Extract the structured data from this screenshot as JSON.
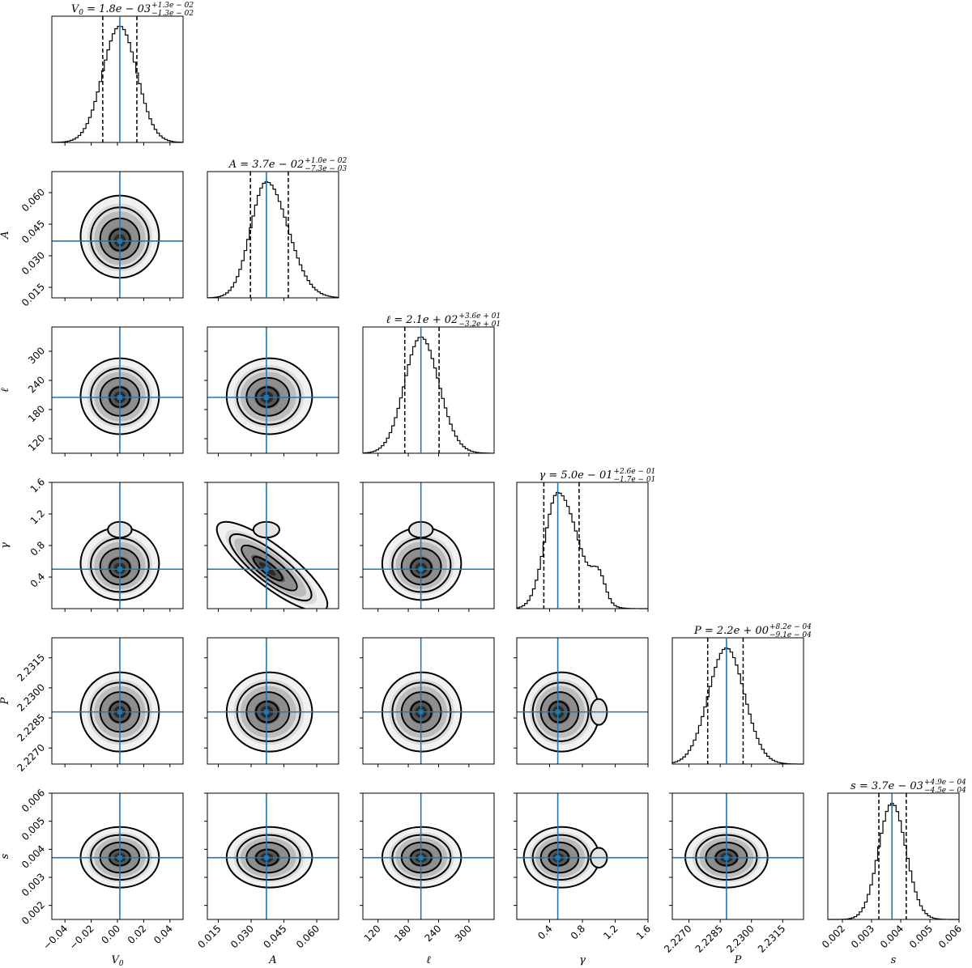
{
  "chart_data": {
    "type": "corner",
    "params": [
      {
        "key": "V0",
        "label": "V",
        "label_sub": "0",
        "title_main": "V",
        "title_sub": "0",
        "title_eq": " = 1.8e − 03",
        "err_plus": "+1.3e − 02",
        "err_minus": "−1.3e − 02",
        "range": [
          -0.05,
          0.05
        ],
        "ticks": [
          -0.04,
          -0.02,
          0.0,
          0.02,
          0.04
        ],
        "tick_labels": [
          "−0.04",
          "−0.02",
          "0.00",
          "0.02",
          "0.04"
        ],
        "truth": 0.0018,
        "q_low": -0.0112,
        "q_high": 0.0148,
        "sigma": 0.013,
        "skew": 0.0,
        "bump": null
      },
      {
        "key": "A",
        "label": "A",
        "label_sub": "",
        "title_main": "A",
        "title_sub": "",
        "title_eq": " = 3.7e − 02",
        "err_plus": "+1.0e − 02",
        "err_minus": "−7.3e − 03",
        "range": [
          0.01,
          0.07
        ],
        "ticks": [
          0.015,
          0.03,
          0.045,
          0.06
        ],
        "tick_labels": [
          "0.015",
          "0.030",
          "0.045",
          "0.060"
        ],
        "truth": 0.037,
        "q_low": 0.0297,
        "q_high": 0.047,
        "sigma": 0.0085,
        "skew": 0.35,
        "bump": null
      },
      {
        "key": "ell",
        "label": "ℓ",
        "label_sub": "",
        "title_main": "ℓ",
        "title_sub": "",
        "title_eq": " = 2.1e + 02",
        "err_plus": "+3.6e + 01",
        "err_minus": "−3.2e + 01",
        "range": [
          90,
          350
        ],
        "ticks": [
          120,
          180,
          240,
          300
        ],
        "tick_labels": [
          "120",
          "180",
          "240",
          "300"
        ],
        "truth": 205,
        "q_low": 173,
        "q_high": 241,
        "sigma": 34,
        "skew": 0.1,
        "bump": null
      },
      {
        "key": "gamma",
        "label": "γ",
        "label_sub": "",
        "title_main": "γ",
        "title_sub": "",
        "title_eq": " = 5.0e − 01",
        "err_plus": "+2.6e − 01",
        "err_minus": "−1.7e − 01",
        "range": [
          0.0,
          1.6
        ],
        "ticks": [
          0.4,
          0.8,
          1.2,
          1.6
        ],
        "tick_labels": [
          "0.4",
          "0.8",
          "1.2",
          "1.6"
        ],
        "truth": 0.5,
        "q_low": 0.33,
        "q_high": 0.76,
        "sigma": 0.2,
        "skew": 0.5,
        "bump": [
          1.0,
          0.08,
          0.22
        ]
      },
      {
        "key": "P",
        "label": "P",
        "label_sub": "",
        "title_main": "P",
        "title_sub": "",
        "title_eq": " = 2.2e + 00",
        "err_plus": "+8.2e − 04",
        "err_minus": "−9.1e − 04",
        "range": [
          2.2262,
          2.2325
        ],
        "ticks": [
          2.227,
          2.2285,
          2.23,
          2.2315
        ],
        "tick_labels": [
          "2.2270",
          "2.2285",
          "2.2300",
          "2.2315"
        ],
        "truth": 2.2288,
        "q_low": 2.2279,
        "q_high": 2.2296,
        "sigma": 0.00086,
        "skew": 0.0,
        "bump": null
      },
      {
        "key": "s",
        "label": "s",
        "label_sub": "",
        "title_main": "s",
        "title_sub": "",
        "title_eq": " = 3.7e − 03",
        "err_plus": "+4.9e − 04",
        "err_minus": "−4.5e − 04",
        "range": [
          0.0015,
          0.006
        ],
        "ticks": [
          0.002,
          0.003,
          0.004,
          0.005,
          0.006
        ],
        "tick_labels": [
          "0.002",
          "0.003",
          "0.004",
          "0.005",
          "0.006"
        ],
        "truth": 0.0037,
        "q_low": 0.00325,
        "q_high": 0.00419,
        "sigma": 0.00047,
        "skew": 0.05,
        "bump": null
      }
    ],
    "truth_color": "#1f77b4",
    "hist_color": "#000000",
    "density_colormap": "greys",
    "grid": false,
    "contour_levels": 4
  }
}
